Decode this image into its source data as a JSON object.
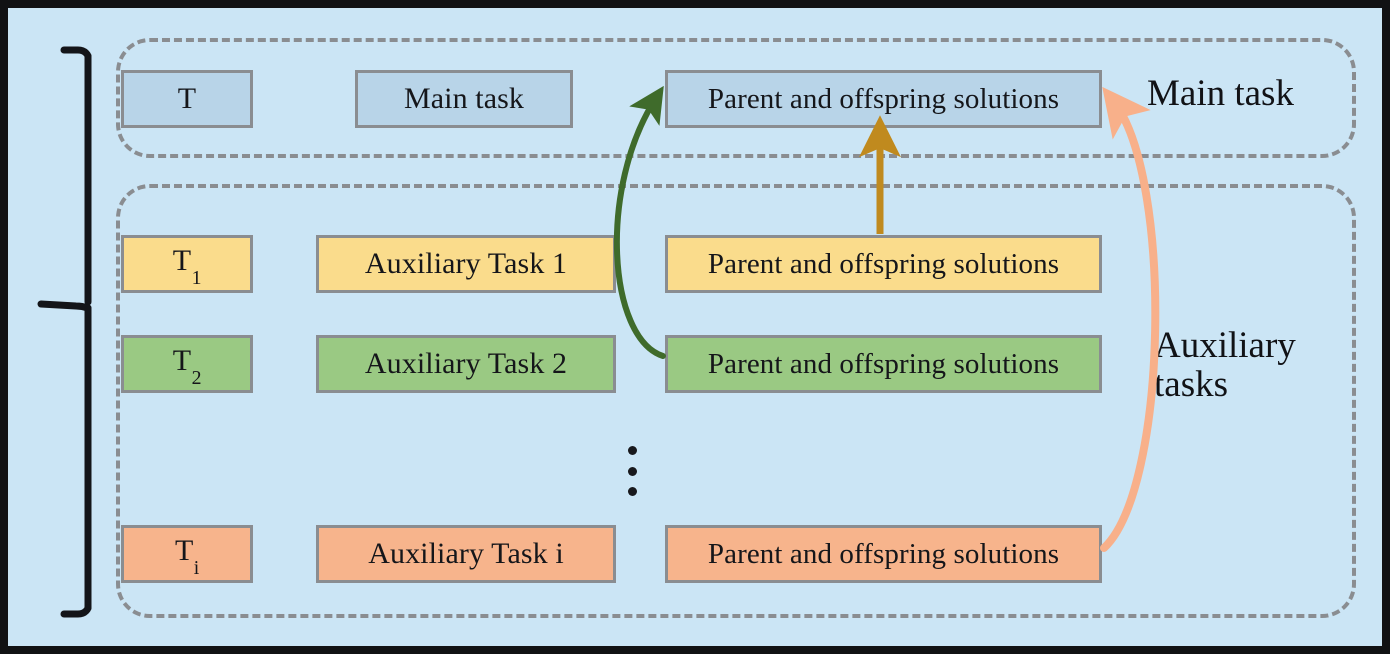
{
  "figure": {
    "background_color": "#cbe5f5",
    "frame_color": "#111214",
    "dashed_border_color": "#8a8d91",
    "node_border_color": "#8a8d91"
  },
  "groups": [
    {
      "id": "main-task-group",
      "label": "Main task"
    },
    {
      "id": "auxiliary-tasks-group",
      "label": "Auxiliary tasks"
    }
  ],
  "side_labels": {
    "main_task": "Main task",
    "auxiliary_tasks": "Auxiliary\ntasks"
  },
  "rows": [
    {
      "id": "main",
      "color": "#b8d4e8",
      "color_name": "blue",
      "symbol": "T",
      "symbol_sub": "",
      "task_label": "Main task",
      "solutions_label": "Parent and offspring solutions"
    },
    {
      "id": "aux1",
      "color": "#fadc8c",
      "color_name": "yellow",
      "symbol": "T",
      "symbol_sub": "1",
      "task_label": "Auxiliary Task 1",
      "solutions_label": "Parent and offspring solutions"
    },
    {
      "id": "aux2",
      "color": "#9ac983",
      "color_name": "green",
      "symbol": "T",
      "symbol_sub": "2",
      "task_label": "Auxiliary Task 2",
      "solutions_label": "Parent and offspring solutions"
    },
    {
      "id": "auxi",
      "color": "#f7b48c",
      "color_name": "orange",
      "symbol": "T",
      "symbol_sub": "i",
      "task_label": "Auxiliary Task i",
      "solutions_label": "Parent and offspring solutions"
    }
  ],
  "ellipsis": {
    "symbol": "⋮",
    "dot_count": 3
  },
  "arrows": [
    {
      "id": "green-transfer-arrow",
      "color": "#3f6b2b",
      "from": "aux2-solutions",
      "to": "main-solutions"
    },
    {
      "id": "gold-transfer-arrow",
      "color": "#c08a1e",
      "from": "aux1-solutions",
      "to": "main-solutions"
    },
    {
      "id": "orange-transfer-arrow",
      "color": "#f8b08a",
      "from": "auxi-solutions",
      "to": "main-solutions"
    }
  ],
  "bracket": {
    "id": "left-brace",
    "color": "#141519"
  }
}
